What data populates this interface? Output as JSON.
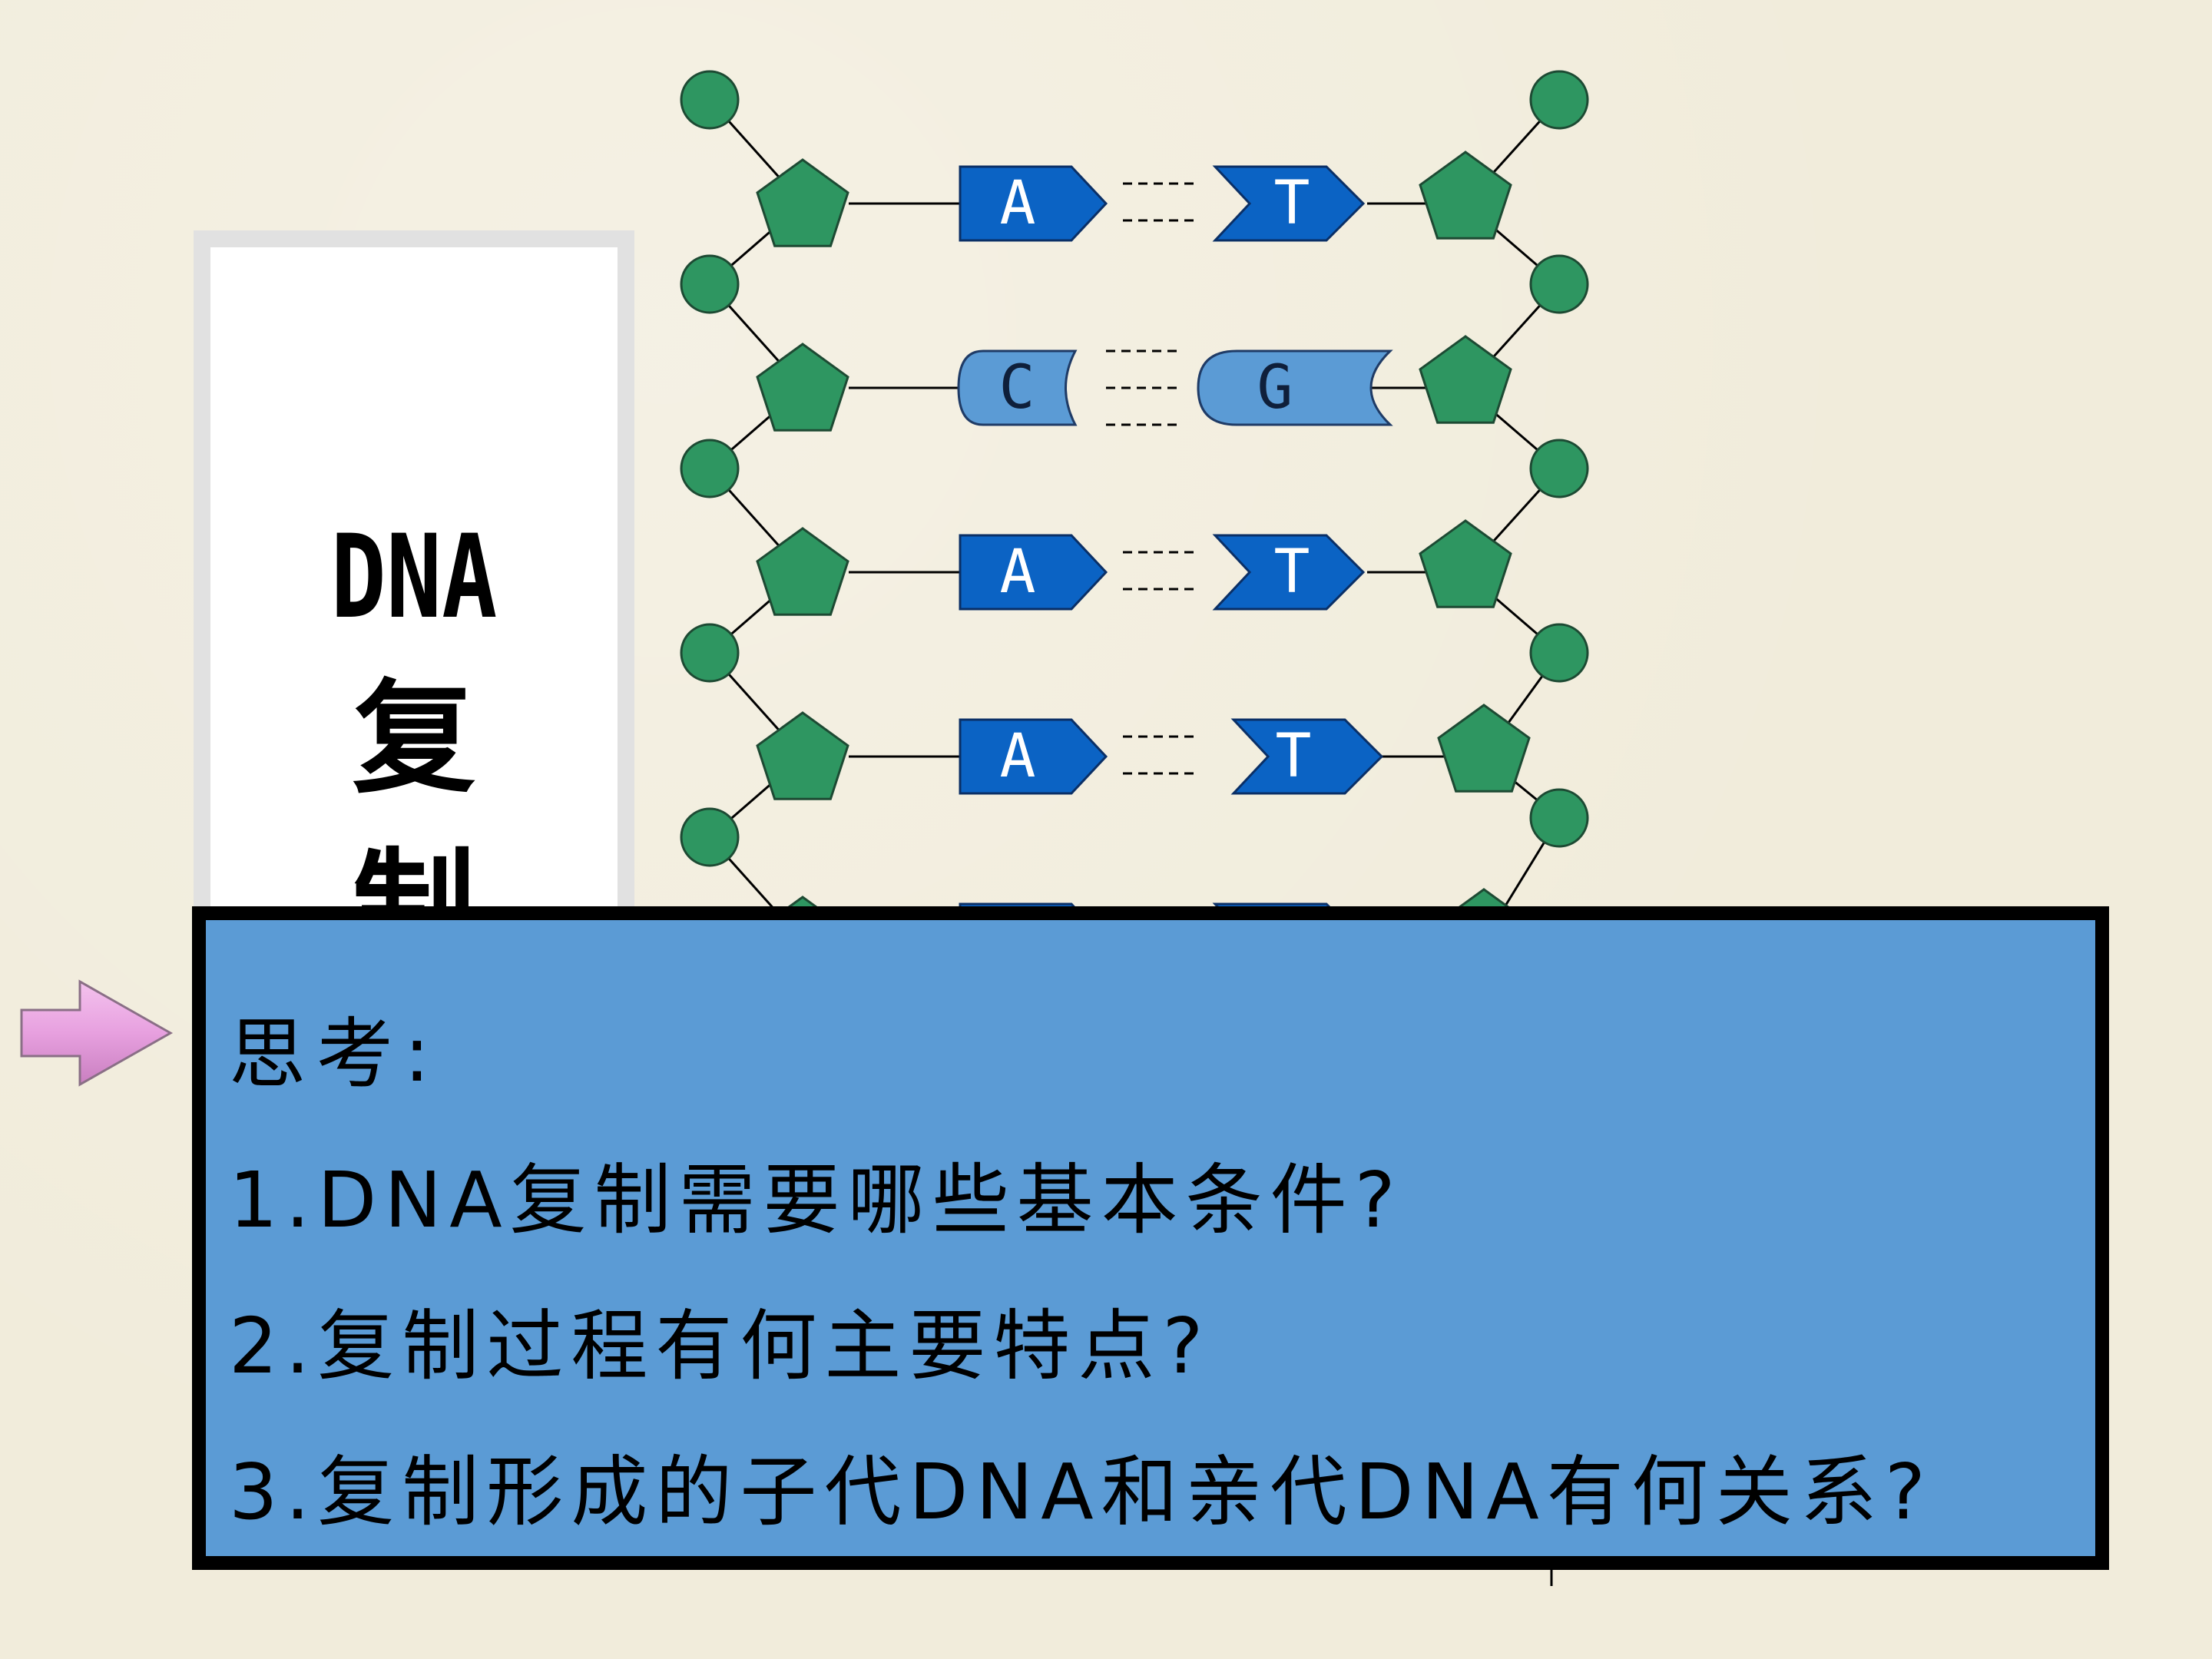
{
  "title": {
    "line1": "DNA",
    "line2": "复",
    "line3": "制"
  },
  "diagram": {
    "pairs": [
      {
        "left": "A",
        "right": "T",
        "style": "arrow"
      },
      {
        "left": "C",
        "right": "G",
        "style": "round"
      },
      {
        "left": "A",
        "right": "T",
        "style": "arrow"
      },
      {
        "left": "A",
        "right": "T",
        "style": "arrow"
      }
    ],
    "colors": {
      "phosphate": "#2e9661",
      "sugar": "#2e9661",
      "purine": "#0b63c4",
      "pyrimidine": "#5b9bd5"
    }
  },
  "questions": {
    "heading": "思考:",
    "items": [
      "1.DNA复制需要哪些基本条件?",
      "2.复制过程有何主要特点?",
      "3.复制形成的子代DNA和亲代DNA有何关系?"
    ]
  },
  "icons": {
    "pointer": "right-arrow-icon"
  }
}
